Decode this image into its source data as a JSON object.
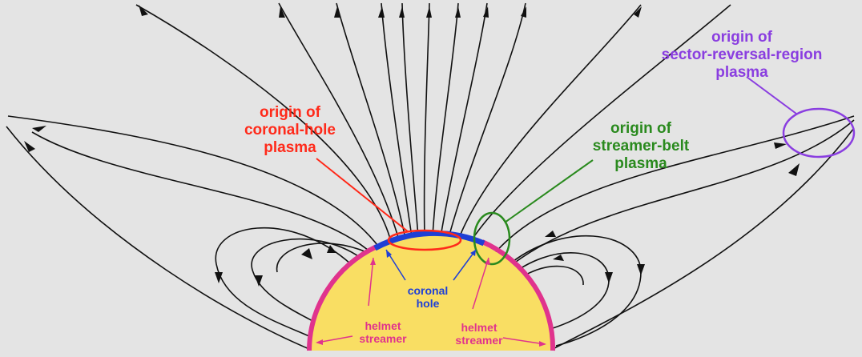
{
  "colors": {
    "background": "#e4e4e4",
    "sun_fill": "#f9de63",
    "helmet_streamer": "#e0338d",
    "coronal_hole": "#1e3fd6",
    "coronal_hole_label": "#ff2a1a",
    "streamer_belt_label": "#2a8a1e",
    "sector_reversal_label": "#8a3ee0",
    "field_lines": "#111111"
  },
  "labels": {
    "coronal_hole_origin": [
      "origin of",
      "coronal-hole",
      "plasma"
    ],
    "streamer_belt_origin": [
      "origin of",
      "streamer-belt",
      "plasma"
    ],
    "sector_reversal_origin": [
      "origin of",
      "sector-reversal-region",
      "plasma"
    ],
    "coronal_hole": [
      "coronal",
      "hole"
    ],
    "helmet_streamer_left": [
      "helmet",
      "streamer"
    ],
    "helmet_streamer_right": [
      "helmet",
      "streamer"
    ]
  }
}
